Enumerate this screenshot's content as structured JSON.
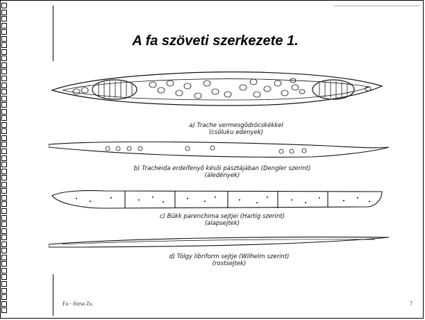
{
  "slide": {
    "title": "A fa szöveti szerkezete 1.",
    "footer_left": "Fa - Józsa Zs.",
    "page_number": "7"
  },
  "figure": {
    "captions": [
      {
        "line1": "a)  Trache   vermesgödröcskékkel",
        "line2": "(csöluku edenyek)"
      },
      {
        "line1": "b)  Tracheida  erdeifenyő  késői  pásztájában  (Dengler  szerint)",
        "line2": "(áledények)"
      },
      {
        "line1": "c)  Bükk  parenchima  sejtjei  (Hartig  szerint)",
        "line2": "(alapsejtek)"
      },
      {
        "line1": "d)  Tölgy  libriform  sejtje  (Wilhelm  szerint)",
        "line2": "(rostsejtek)"
      }
    ]
  }
}
